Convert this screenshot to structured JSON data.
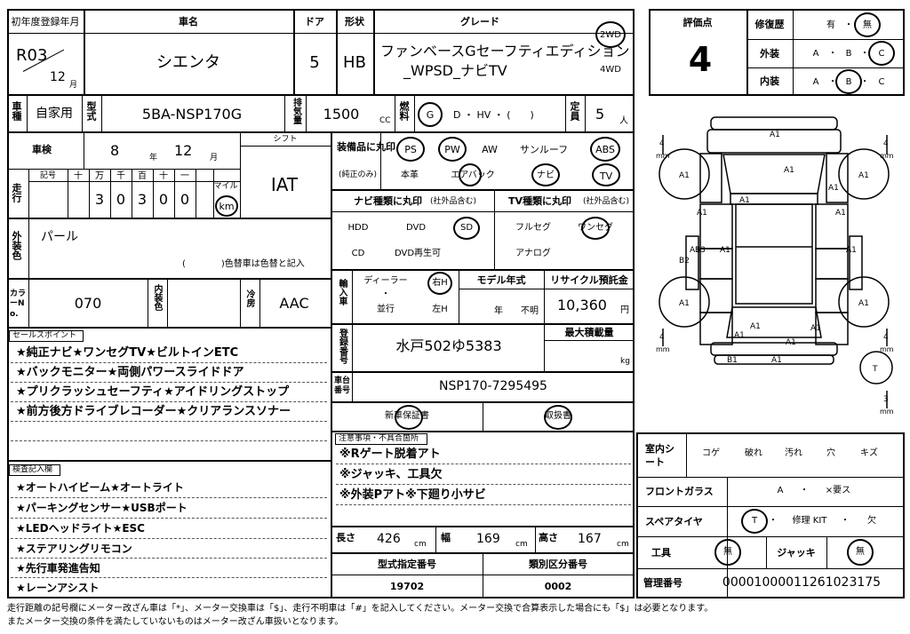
{
  "header": {
    "reg_year_label": "初年度登録年月",
    "era": "R03",
    "month": "12",
    "month_unit": "月",
    "car_name_label": "車名",
    "car_name": "シエンタ",
    "door_label": "ドア",
    "door": "5",
    "shape_label": "形状",
    "shape": "HB",
    "grade_label": "グレード",
    "grade_line1": "ファンベースGセーフティエディション",
    "grade_line2": "_WPSD_ナビTV",
    "drive_2wd": "2WD",
    "drive_4wd": "4WD"
  },
  "score": {
    "label": "評価点",
    "value": "4"
  },
  "repair": {
    "label": "修復歴",
    "yes": "有",
    "sep": "・",
    "no": "無"
  },
  "exterior": {
    "label": "外装",
    "a": "A",
    "b": "B",
    "c": "C",
    "sep": "・"
  },
  "interior": {
    "label": "内装",
    "a": "A",
    "b": "B",
    "c": "C",
    "sep": "・"
  },
  "row2": {
    "car_type_label": "車種",
    "car_type": "自家用",
    "model_label": "型式",
    "model": "5BA-NSP170G",
    "disp_label": "排気量",
    "disp": "1500",
    "disp_unit": "CC",
    "fuel_label": "燃料",
    "fuel_g": "G",
    "fuel_rest": "D ・ HV ・ (　　)",
    "cap_label": "定員",
    "cap": "5",
    "cap_unit": "人"
  },
  "inspection": {
    "label": "車検",
    "year": "8",
    "year_unit": "年",
    "month": "12",
    "month_unit": "月"
  },
  "mileage": {
    "label": "走行",
    "sign_label": "記号",
    "heads": [
      "十",
      "万",
      "千",
      "百",
      "十",
      "一"
    ],
    "digits": [
      "3",
      "0",
      "3",
      "0",
      "0"
    ],
    "mile_label": "マイル",
    "km_label": "km"
  },
  "shift": {
    "label": "シフト",
    "value": "IAT"
  },
  "color": {
    "label": "外装色",
    "value": "パール",
    "note": "(　　　　)色替車は色替と記入"
  },
  "color_no": {
    "label": "カラーNo.",
    "value": "070",
    "int_label": "内装色",
    "ac_label": "冷房",
    "ac_value": "AAC"
  },
  "equip": {
    "label": "装備品に丸印",
    "sub": "(純正のみ)",
    "ps": "PS",
    "pw": "PW",
    "aw": "AW",
    "sunroof": "サンルーフ",
    "abs": "ABS",
    "leather": "本革",
    "airbag": "エアバック",
    "navi": "ナビ",
    "tv": "TV"
  },
  "navi_type": {
    "label": "ナビ種類に丸印",
    "sub": "(社外品含む)",
    "hdd": "HDD",
    "dvd": "DVD",
    "sd": "SD",
    "cd": "CD",
    "dvd_play": "DVD再生可"
  },
  "tv_type": {
    "label": "TV種類に丸印",
    "sub": "(社外品含む)",
    "fullseg": "フルセグ",
    "oneseg": "ワンセグ",
    "analog": "アナログ"
  },
  "import": {
    "label": "輸入車",
    "dealer": "ディーラー",
    "dash": "・",
    "parallel": "並行",
    "right": "右H",
    "left": "左H"
  },
  "model_year": {
    "label": "モデル年式",
    "year_unit": "年",
    "unknown": "不明"
  },
  "recycle": {
    "label": "リサイクル預託金",
    "value": "10,360",
    "unit": "円"
  },
  "reg_no": {
    "label": "登録番号",
    "value": "水戸502ゆ5383"
  },
  "max_load": {
    "label": "最大積載量",
    "unit": "kg"
  },
  "chassis": {
    "label": "車台番号",
    "value": "NSP170-7295495"
  },
  "warranty": {
    "new": "新車保証書",
    "manual": "取扱書"
  },
  "notes": {
    "label": "注意事項・不具合箇所",
    "lines": [
      "※Rゲート脱着アト",
      "※ジャッキ、工具欠",
      "※外装Pアト※下廻り小サビ"
    ]
  },
  "sales": {
    "label": "セールスポイント",
    "lines": [
      "★純正ナビ★ワンセグTV★ビルトインETC",
      "★バックモニター★両側パワースライドドア",
      "★プリクラッシュセーフティ★アイドリングストップ",
      "★前方後方ドライブレコーダー★クリアランスソナー"
    ]
  },
  "check": {
    "label": "検査記入欄",
    "lines": [
      "★オートハイビーム★オートライト",
      "★パーキングセンサー★USBポート",
      "★LEDヘッドライト★ESC",
      "★ステアリングリモコン",
      "★先行車発進告知",
      "★レーンアシスト"
    ]
  },
  "dims": {
    "len_label": "長さ",
    "len": "426",
    "w_label": "幅",
    "w": "169",
    "h_label": "高さ",
    "h": "167",
    "unit": "cm"
  },
  "type_no": {
    "label": "型式指定番号",
    "value": "19702"
  },
  "class_no": {
    "label": "類別区分番号",
    "value": "0002"
  },
  "room": {
    "label": "室内シート",
    "items": [
      "コゲ",
      "破れ",
      "汚れ",
      "穴",
      "キズ"
    ]
  },
  "glass": {
    "label": "フロントガラス",
    "a": "A",
    "sep": "・",
    "need": "×要ス"
  },
  "spare": {
    "label": "スペアタイヤ",
    "t": "T",
    "sep": "・",
    "kit": "修理 KIT",
    "sep2": "・",
    "none": "欠"
  },
  "tools": {
    "label": "工具",
    "value": "無",
    "jack_label": "ジャッキ",
    "jack_value": "無"
  },
  "mgmt": {
    "label": "管理番号",
    "value": "00001000011261023175"
  },
  "diagram": {
    "marks": [
      "A1",
      "A1",
      "A1",
      "A1",
      "A1",
      "A1",
      "A1",
      "A1",
      "A1",
      "A1",
      "B3",
      "A1",
      "B2",
      "A1",
      "A1",
      "A1",
      "A1",
      "A1",
      "A1",
      "B1",
      "A1",
      "T"
    ],
    "tread": [
      "4",
      "4",
      "4",
      "4",
      "3"
    ],
    "mm": "mm"
  },
  "footer": {
    "line1": "走行距離の記号欄にメーター改ざん車は「*」、メーター交換車は「$」、走行不明車は「#」を記入してください。メーター交換で合算表示した場合にも「$」は必要となります。",
    "line2": "またメーター交換の条件を満たしていないものはメーター改ざん車扱いとなります。"
  }
}
